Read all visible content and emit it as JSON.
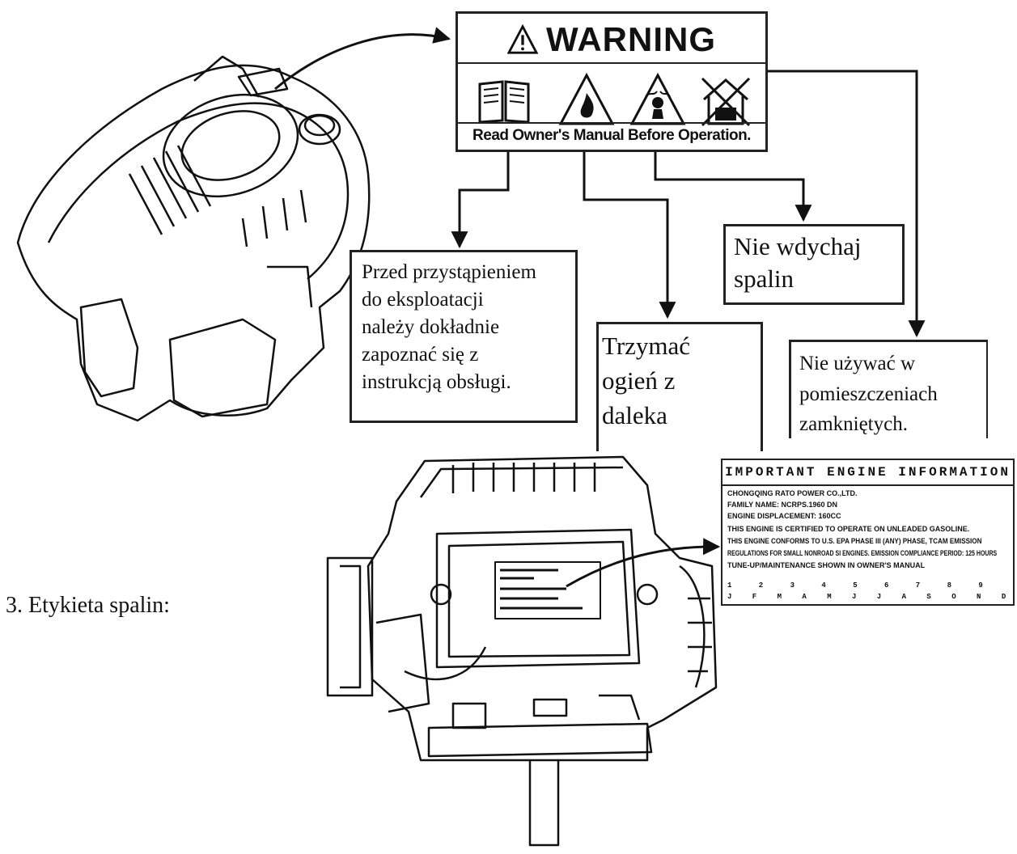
{
  "warning_label": {
    "title": "WARNING",
    "footer": "Read Owner's Manual Before Operation.",
    "pictograms": [
      "book-icon",
      "fire-warning-icon",
      "fumes-warning-icon",
      "no-indoor-use-icon"
    ]
  },
  "callouts": {
    "read_manual": "Przed przystąpieniem\ndo eksploatacji\nnależy dokładnie\nzapoznać się z\ninstrukcją obsługi.",
    "keep_fire_away": "Trzymać\nogień z\ndaleka",
    "no_fumes": "Nie wdychaj\nspalin",
    "no_indoor": "Nie używać w\npomieszczeniach\nzamkniętych."
  },
  "engine_label": {
    "title": "IMPORTANT ENGINE INFORMATION",
    "lines": [
      "CHONGQING RATO POWER CO.,LTD.",
      "FAMILY NAME: NCRPS.1960 DN",
      "ENGINE DISPLACEMENT: 160CC",
      "THIS ENGINE IS CERTIFIED TO OPERATE ON UNLEADED GASOLINE.",
      "THIS ENGINE CONFORMS TO U.S. EPA PHASE III (ANY) PHASE, TCAM EMISSION",
      "REGULATIONS FOR SMALL NONROAD SI ENGINES. EMISSION COMPLIANCE PERIOD: 125 HOURS",
      "TUNE-UP/MAINTENANCE SHOWN IN OWNER'S MANUAL"
    ],
    "digits": "1 2 3 4 5 6 7 8 9",
    "letters": "J F M A M J J A S O N D"
  },
  "caption": "3. Etykieta spalin:"
}
